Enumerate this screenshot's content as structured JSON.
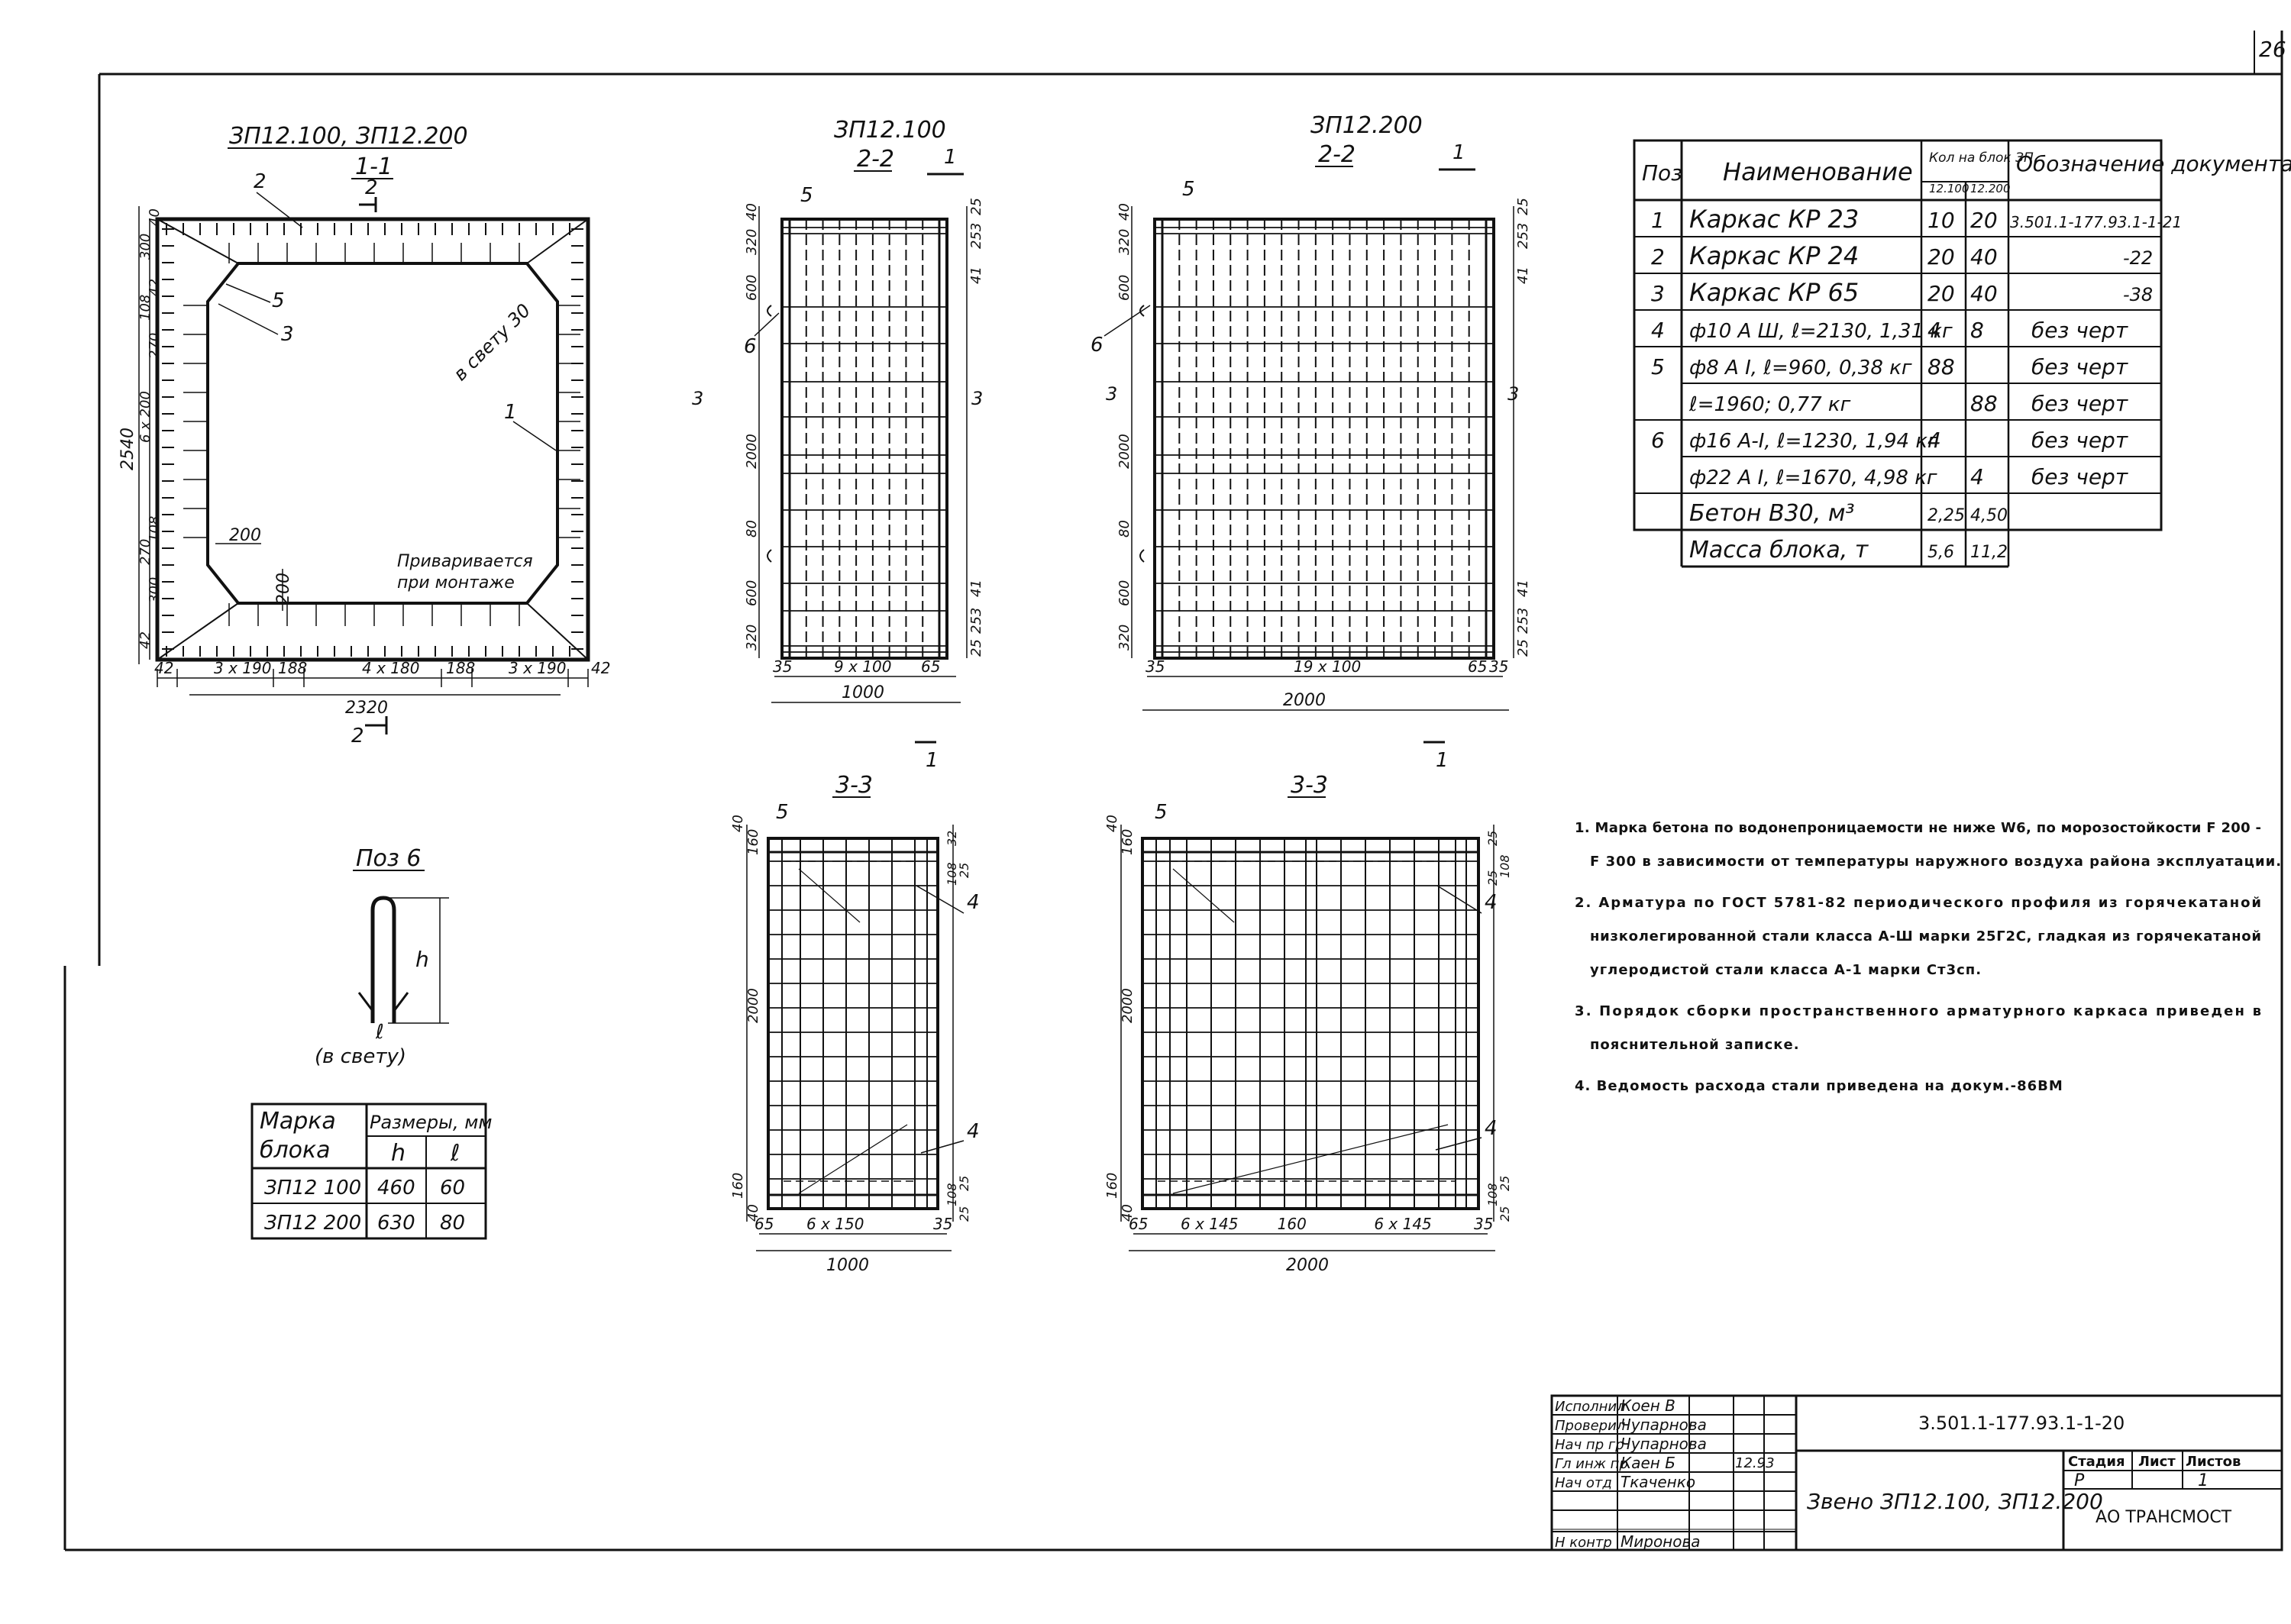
{
  "sheet": {
    "page_number": "26"
  },
  "view_1": {
    "title": "ЗП12.100,   ЗП12.200",
    "section": "1-1",
    "cut_label_top": "2",
    "cut_label_bottom": "2",
    "note_clear": "в свету 30",
    "note_weld": "Приваривается",
    "note_weld2": "при монтаже",
    "callouts": [
      "2",
      "5",
      "3",
      "1"
    ],
    "dims_bottom": [
      "42",
      "3 x 190",
      "188",
      "4 x 180",
      "188",
      "3 x 190",
      "42"
    ],
    "dim_total": "2320",
    "dims_left": [
      "40",
      "300",
      "42",
      "108",
      "270",
      "6 x 200",
      "108",
      "270",
      "300",
      "42"
    ],
    "dim_height": "2540",
    "dim_200a": "200",
    "dim_200b": "200"
  },
  "view_2a": {
    "title": "ЗП12.100",
    "section": "2-2",
    "cut": "1",
    "callouts": [
      "5",
      "6"
    ],
    "dims_left": [
      "40",
      "320",
      "600",
      "2000",
      "80",
      "600",
      "320"
    ],
    "dims_right": [
      "25",
      "253",
      "41",
      "41",
      "253",
      "25"
    ],
    "dims_bottom": [
      "35",
      "9 x 100",
      "65"
    ],
    "dim_total": "1000",
    "cut_3": "3"
  },
  "view_2b": {
    "title": "ЗП12.200",
    "section": "2-2",
    "cut": "1",
    "callouts": [
      "5",
      "6"
    ],
    "dims_left": [
      "40",
      "320",
      "600",
      "2000",
      "80",
      "600",
      "320"
    ],
    "dims_right": [
      "25",
      "253",
      "41",
      "41",
      "253",
      "25"
    ],
    "dims_bottom": [
      "35",
      "19 x 100",
      "65",
      "35"
    ],
    "dim_total": "2000",
    "cut_3": "3"
  },
  "view_3a": {
    "section": "3-3",
    "callouts": [
      "5",
      "4",
      "4"
    ],
    "dims_left": [
      "160",
      "40",
      "2000",
      "160",
      "40"
    ],
    "dims_right": [
      "32",
      "25",
      "108",
      "25",
      "108",
      "25"
    ],
    "dims_bottom": [
      "65",
      "6 x 150",
      "35"
    ],
    "dim_total": "1000"
  },
  "view_3b": {
    "section": "3-3",
    "callouts": [
      "5",
      "4",
      "4"
    ],
    "dims_left": [
      "160",
      "40",
      "2000",
      "160",
      "40"
    ],
    "dims_right": [
      "25",
      "108",
      "25",
      "25",
      "108",
      "25"
    ],
    "dims_bottom": [
      "65",
      "6 x 145",
      "160",
      "6 x 145",
      "35"
    ],
    "dim_total": "2000"
  },
  "pos6": {
    "title": "Поз 6",
    "h": "h",
    "l": "ℓ",
    "clear": "(в свету)"
  },
  "size_table": {
    "head_mark": "Марка",
    "head_mark2": "блока",
    "head_sizes": "Размеры, мм",
    "col_h": "h",
    "col_l": "ℓ",
    "rows": [
      [
        "ЗП12 100",
        "460",
        "60"
      ],
      [
        "ЗП12 200",
        "630",
        "80"
      ]
    ]
  },
  "spec_table": {
    "head_pos": "Поз",
    "head_name": "Наименование",
    "head_qty": "Кол на блок ЗП",
    "head_qty_a": "12.100",
    "head_qty_b": "12.200",
    "head_doc": "Обозначение документа",
    "rows": [
      [
        "1",
        "Каркас КР 23",
        "10",
        "20",
        "3.501.1-177.93.1-1-21"
      ],
      [
        "2",
        "Каркас КР 24",
        "20",
        "40",
        "-22"
      ],
      [
        "3",
        "Каркас КР 65",
        "20",
        "40",
        "-38"
      ],
      [
        "4",
        "ф10 А Ш,  ℓ=2130,  1,31 кг",
        "4",
        "8",
        "без черт"
      ],
      [
        "5",
        "ф8 А I,  ℓ=960,  0,38 кг",
        "88",
        "",
        "без черт"
      ],
      [
        "",
        "ℓ=1960;  0,77 кг",
        "",
        "88",
        "без черт"
      ],
      [
        "6",
        "ф16 А-I,  ℓ=1230,  1,94 кг",
        "4",
        "",
        "без черт"
      ],
      [
        "",
        "ф22 А I,  ℓ=1670,  4,98 кг",
        "",
        "4",
        "без черт"
      ],
      [
        "",
        "Бетон В30,  м³",
        "2,25",
        "4,50",
        ""
      ],
      [
        "",
        "Масса блока, т",
        "5,6",
        "11,2",
        ""
      ]
    ]
  },
  "notes": [
    "1. Марка бетона по водонепроницаемости не ниже W6,  по  морозостойкости  F 200 - F 300 в  зависимости от  температуры  наружного  воздуха района эксплуатации.",
    "2. Арматура по  ГОСТ 5781-82  периодического профиля  из горячекатаной  низколегированной  стали  класса  А-Ш  марки  25Г2С,  гладкая  из  горячекатаной углеродистой стали класса А-1 марки Ст3сп.",
    "3. Порядок  сборки  пространственного  арматурного  каркаса приведен в  пояснительной записке.",
    "4. Ведомость расхода стали приведена на докум.-86ВМ"
  ],
  "title_block": {
    "roles": [
      "Исполнил",
      "Проверил",
      "Нач пр гр",
      "Гл инж пр",
      "Нач отд",
      "",
      "Н контр"
    ],
    "names": [
      "Коен В",
      "Чупарнова",
      "Чупарнова",
      "Каен Б",
      "Ткаченко",
      "",
      "Миронова"
    ],
    "date": "12.93",
    "doc_code": "3.501.1-177.93.1-1-20",
    "title": "Звено ЗП12.100, ЗП12.200",
    "stage_head": "Стадия",
    "sheet_head": "Лист",
    "sheets_head": "Листов",
    "stage": "Р",
    "sheet": "1",
    "org": "АО  ТРАНСМОСТ"
  }
}
